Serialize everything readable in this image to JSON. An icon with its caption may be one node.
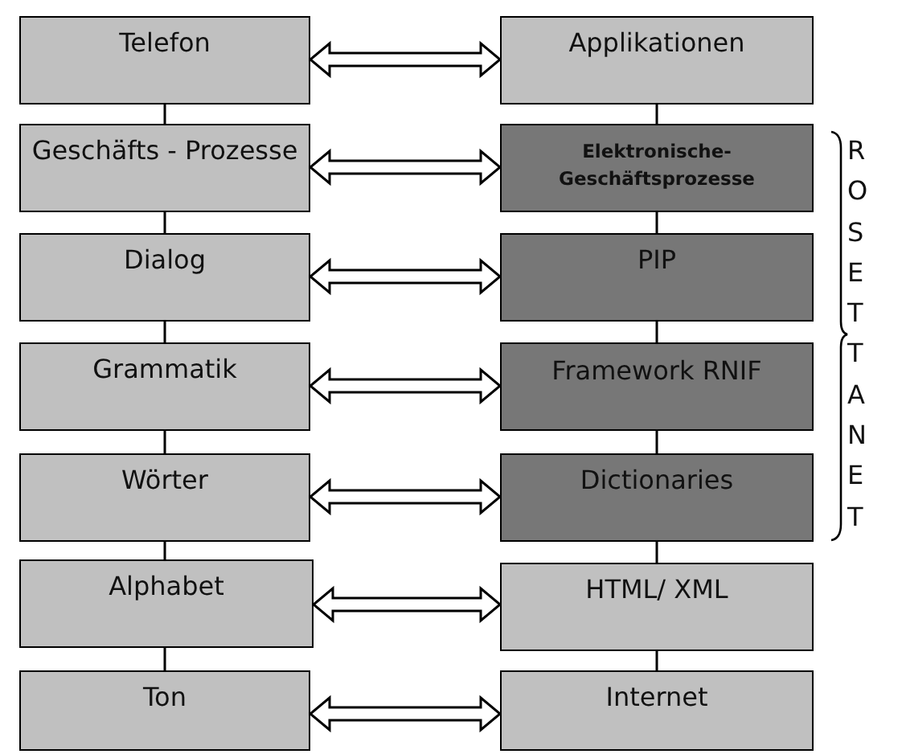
{
  "diagram": {
    "nodes": [
      {
        "text": [
          "Telefon"
        ]
      },
      {
        "text": [
          "Applikationen"
        ]
      },
      {
        "text": [
          "Geschäfts - Prozesse"
        ]
      },
      {
        "text": [
          "Elektronische- Geschäftsprozesse"
        ]
      },
      {
        "text": [
          "Dialog"
        ]
      },
      {
        "text": [
          "PIP"
        ]
      },
      {
        "text": [
          "Grammatik"
        ]
      },
      {
        "text": [
          "Framework RNIF"
        ]
      },
      {
        "text": [
          "Wörter"
        ]
      },
      {
        "text": [
          "Dictionaries"
        ]
      },
      {
        "text": [
          "Alphabet"
        ]
      },
      {
        "text": [
          "HTML/ XML"
        ]
      },
      {
        "text": [
          "Ton"
        ]
      },
      {
        "text": [
          "Internet"
        ]
      }
    ],
    "edges": [
      {
        "from": 0,
        "to": 1,
        "arrow": "both"
      },
      {
        "from": 2,
        "to": 3,
        "arrow": "both"
      },
      {
        "from": 4,
        "to": 5,
        "arrow": "both"
      },
      {
        "from": 6,
        "to": 7,
        "arrow": "both"
      },
      {
        "from": 8,
        "to": 9,
        "arrow": "both"
      },
      {
        "from": 10,
        "to": 11,
        "arrow": "both"
      },
      {
        "from": 12,
        "to": 13,
        "arrow": "both"
      },
      {
        "from": 0,
        "to": 2,
        "arrow": "none"
      },
      {
        "from": 2,
        "to": 4,
        "arrow": "none"
      },
      {
        "from": 4,
        "to": 6,
        "arrow": "none"
      },
      {
        "from": 6,
        "to": 8,
        "arrow": "none"
      },
      {
        "from": 8,
        "to": 10,
        "arrow": "none"
      },
      {
        "from": 10,
        "to": 12,
        "arrow": "none"
      },
      {
        "from": 1,
        "to": 3,
        "arrow": "none"
      },
      {
        "from": 3,
        "to": 5,
        "arrow": "none"
      },
      {
        "from": 5,
        "to": 7,
        "arrow": "none"
      },
      {
        "from": 7,
        "to": 9,
        "arrow": "none"
      },
      {
        "from": 9,
        "to": 11,
        "arrow": "none"
      },
      {
        "from": 11,
        "to": 13,
        "arrow": "none"
      }
    ],
    "labels": [
      "ROSETTANET"
    ]
  }
}
